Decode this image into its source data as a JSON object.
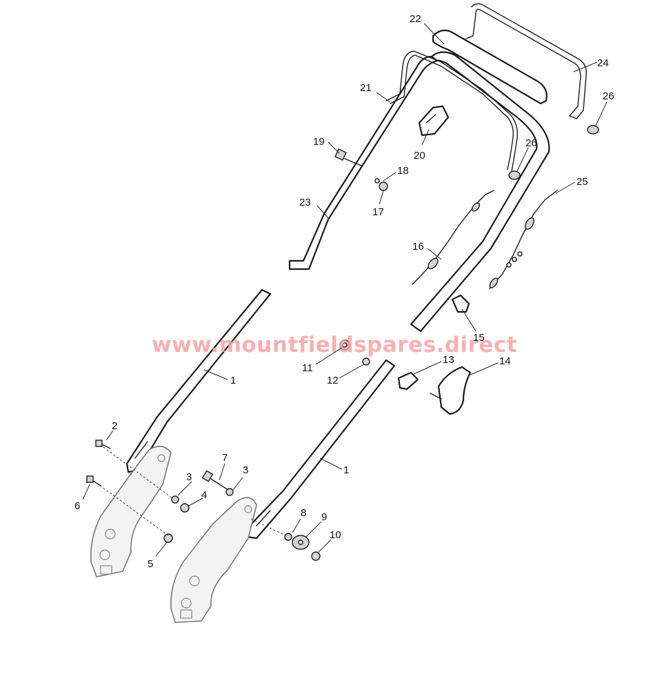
{
  "watermark": "www.mountfieldspares.direct",
  "callouts": {
    "c1a": "1",
    "c1b": "1",
    "c2": "2",
    "c3a": "3",
    "c3b": "3",
    "c4": "4",
    "c5": "5",
    "c6": "6",
    "c7": "7",
    "c8": "8",
    "c9": "9",
    "c10": "10",
    "c11": "11",
    "c12": "12",
    "c13": "13",
    "c14": "14",
    "c15": "15",
    "c16": "16",
    "c17": "17",
    "c18": "18",
    "c19": "19",
    "c20": "20",
    "c21": "21",
    "c22": "22",
    "c23": "23",
    "c24": "24",
    "c25": "25",
    "c26a": "26",
    "c26b": "26"
  },
  "colors": {
    "line": "#1a1a1a",
    "bracket": "#777777",
    "watermark": "#f4a5a5"
  }
}
